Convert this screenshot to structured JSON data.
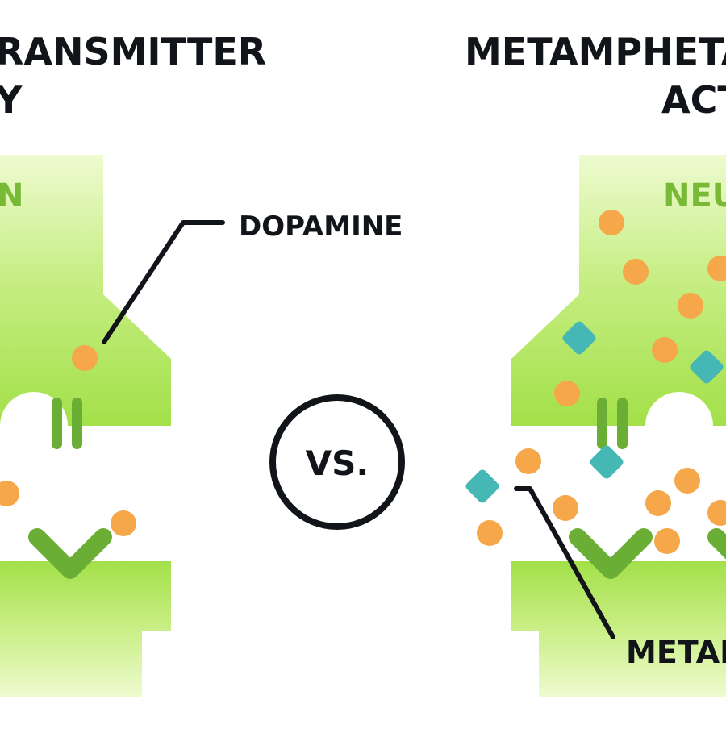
{
  "left_panel": {
    "title_line1": "RANSMITTER",
    "title_line2": "Y",
    "neuron_label": "N",
    "dopamine_label": "DOPAMINE"
  },
  "center": {
    "vs_label": "VS."
  },
  "right_panel": {
    "title_line1": "METAMPHETA",
    "title_line2": "ACT",
    "neuron_label": "NEU",
    "meth_label": "METAI"
  },
  "colors": {
    "neuron_green_light": "#d9f59c",
    "neuron_green": "#a6e34b",
    "receptor_green": "#6aae35",
    "dopamine_orange": "#f5a74a",
    "meth_teal": "#45b8b5",
    "ink": "#111418"
  }
}
